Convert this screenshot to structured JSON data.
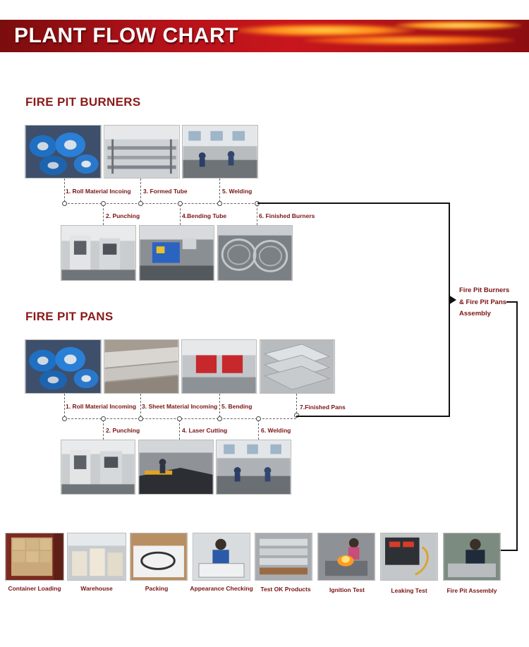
{
  "header": {
    "title": "PLANT FLOW CHART"
  },
  "burners": {
    "title": "FIRE PIT BURNERS",
    "steps": [
      "1. Roll Material Incoing",
      "2. Punching",
      "3. Formed Tube",
      "4.Bending Tube",
      "5. Welding",
      "6. Finished Burners"
    ],
    "photo_icons": [
      "steel-coils-photo",
      "formed-tube-photo",
      "welding-photo",
      "punching-photo",
      "bending-tube-photo",
      "finished-burners-photo"
    ]
  },
  "pans": {
    "title": "FIRE PIT PANS",
    "steps": [
      "1. Roll Material Incoming",
      "2. Punching",
      "3. Sheet Material Incoming",
      "4. Laser Cutting",
      "5. Bending",
      "6. Welding",
      "7.Finished Pans"
    ],
    "photo_icons": [
      "steel-coils-photo",
      "sheet-material-photo",
      "bending-photo",
      "finished-pans-photo",
      "punching-photo",
      "laser-cutting-photo",
      "welding-photo"
    ]
  },
  "assembly": {
    "lines": [
      "Fire Pit Burners",
      "& Fire Pit Pans",
      "Assembly"
    ]
  },
  "final_steps": [
    "Container Loading",
    "Warehouse",
    "Packing",
    "Appearance Checking",
    "Test OK Products",
    "Ignition Test",
    "Leaking Test",
    "Fire Pit Assembly"
  ],
  "colors": {
    "banner_red": "#c8161d",
    "label_red": "#7a1414",
    "title_red": "#8b1a1a",
    "line": "#111111"
  }
}
